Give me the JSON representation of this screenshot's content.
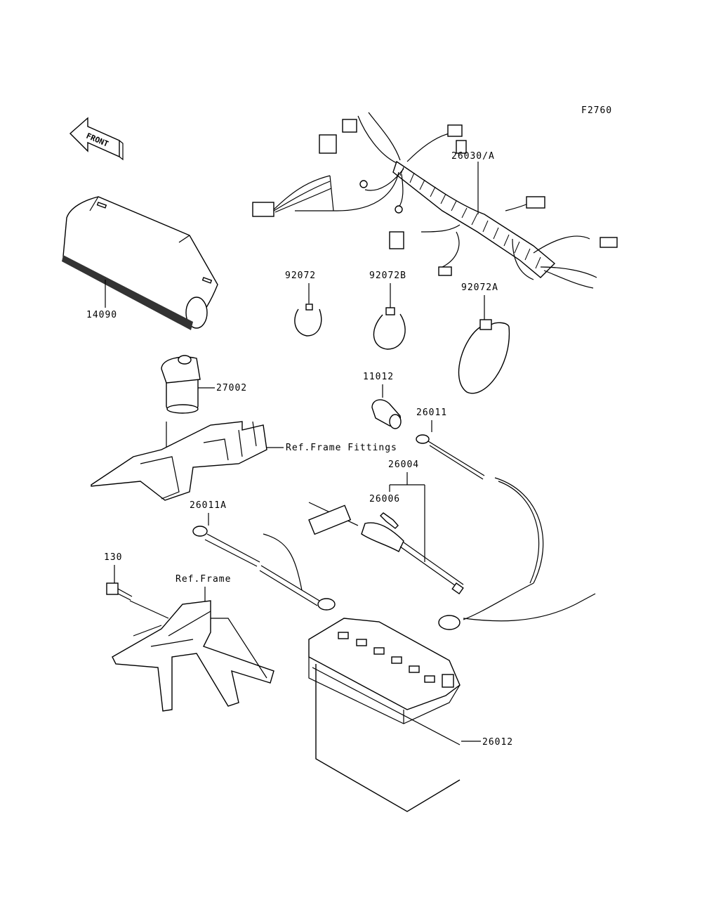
{
  "figure_code": "F2760",
  "front_arrow": "FRONT",
  "labels": {
    "harness": "26030/A",
    "clamp_a": "92072",
    "clamp_b": "92072B",
    "clamp_c": "92072A",
    "cover": "14090",
    "relay": "27002",
    "ref_fittings": "Ref.Frame Fittings",
    "cap": "11012",
    "cable_pos": "26011",
    "fuse_set": "26004",
    "fuse": "26006",
    "cable_neg": "26011A",
    "bolt": "130",
    "ref_frame": "Ref.Frame",
    "battery": "26012"
  }
}
